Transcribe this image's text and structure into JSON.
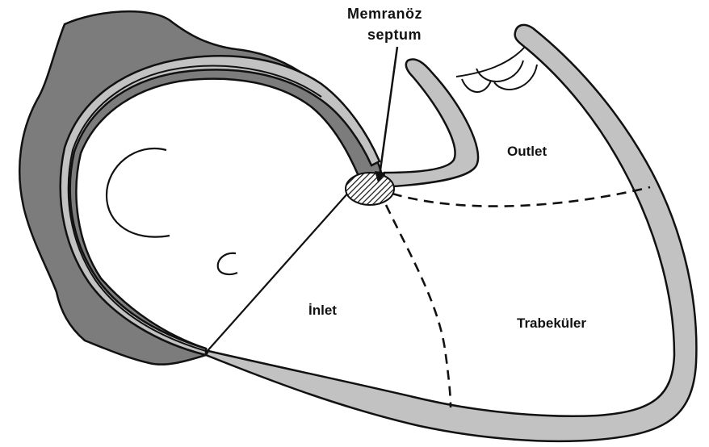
{
  "labels": {
    "membranous_line1": "Memranöz",
    "membranous_line2": "septum",
    "outlet": "Outlet",
    "inlet": "İnlet",
    "trabecular": "Trabeküler"
  },
  "colors": {
    "atrium_wall": "#7c7c7c",
    "ventricle_wall": "#c2c2c2",
    "outline": "#111111",
    "background": "#ffffff"
  }
}
